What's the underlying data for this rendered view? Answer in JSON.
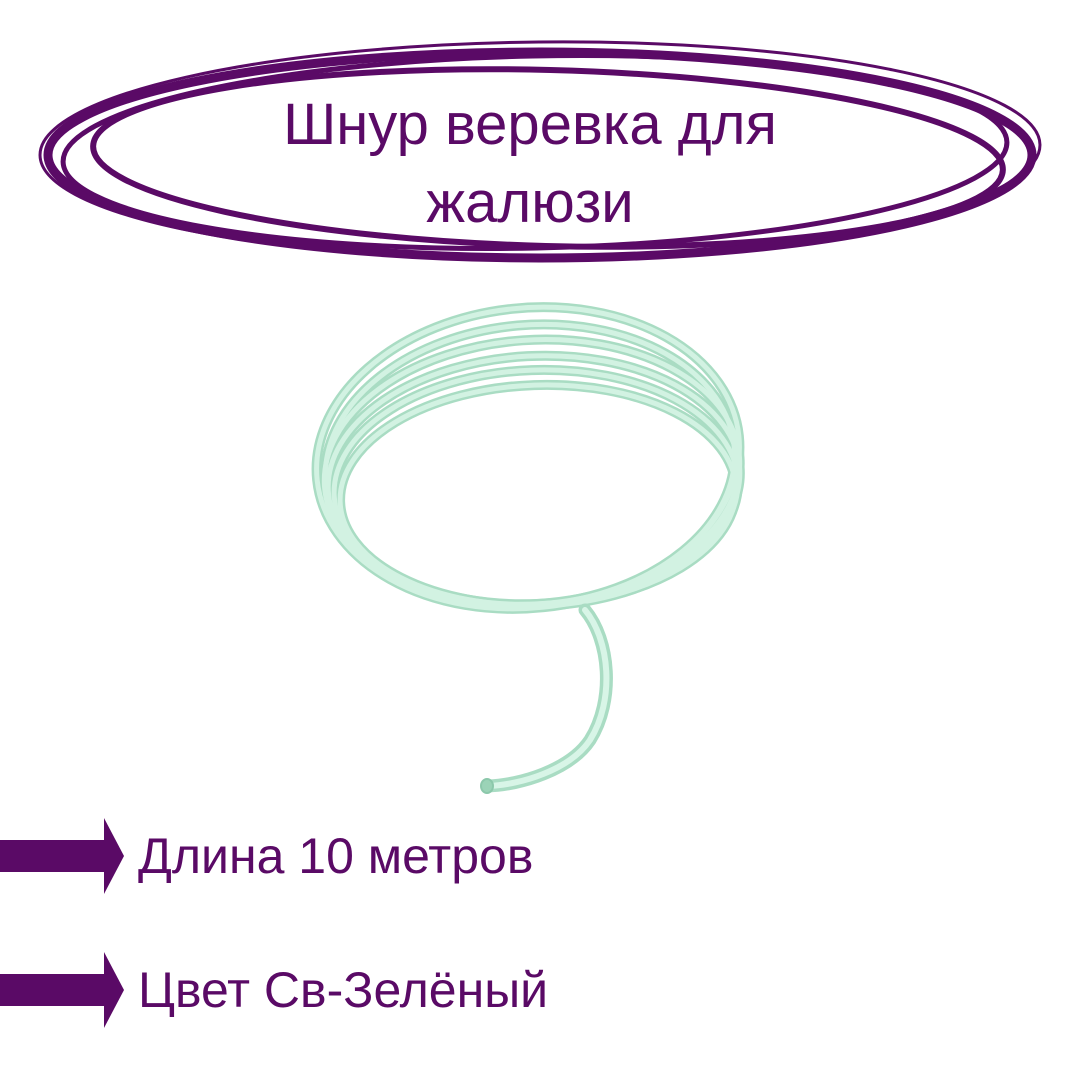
{
  "title": {
    "line1": "Шнур веревка для",
    "line2": "жалюзи"
  },
  "features": [
    {
      "label": "Длина 10 метров"
    },
    {
      "label": "Цвет Св-Зелёный"
    }
  ],
  "product_image": {
    "subject": "coiled light green cord"
  },
  "colors": {
    "accent": "#5a0a66",
    "cord": "#bfead3",
    "background": "#ffffff"
  }
}
